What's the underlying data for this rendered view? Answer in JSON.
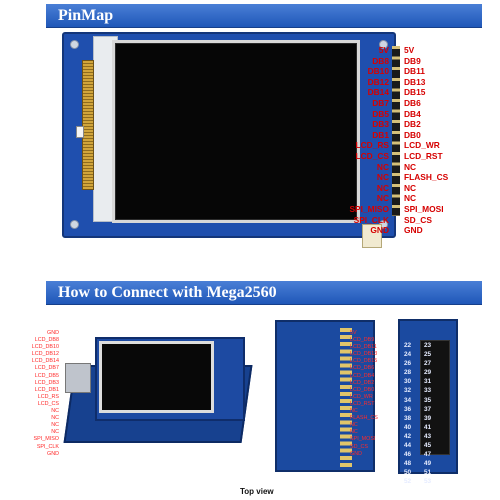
{
  "banners": {
    "pinmap": "PinMap",
    "connect": "How to Connect with Mega2560"
  },
  "top_module": {
    "left_pins": [
      "5V",
      "DB8",
      "DB10",
      "DB12",
      "DB14",
      "DB7",
      "DB5",
      "DB3",
      "DB1",
      "LCD_RS",
      "LCD_CS",
      "NC",
      "NC",
      "NC",
      "NC",
      "SPI_MISO",
      "SPI_CLK",
      "GND"
    ],
    "right_pins": [
      "5V",
      "DB9",
      "DB11",
      "DB13",
      "DB15",
      "DB6",
      "DB4",
      "DB2",
      "DB0",
      "LCD_WR",
      "LCD_RST",
      "NC",
      "FLASH_CS",
      "NC",
      "NC",
      "SPI_MOSI",
      "SD_CS",
      "GND"
    ]
  },
  "bottom": {
    "pinmap_left": [
      "GND",
      "LCD_DB8",
      "LCD_DB10",
      "LCD_DB12",
      "LCD_DB14",
      "LCD_DB7",
      "LCD_DB5",
      "LCD_DB3",
      "LCD_DB1",
      "LCD_RS",
      "LCD_CS",
      "NC",
      "NC",
      "NC",
      "NC",
      "SPI_MISO",
      "SPI_CLK",
      "GND"
    ],
    "pinmap_right": [
      "5V",
      "LCD_DB9",
      "LCD_DB11",
      "LCD_DB13",
      "LCD_DB15",
      "LCD_DB6",
      "LCD_DB4",
      "LCD_DB2",
      "LCD_DB0",
      "LCD_WR",
      "LCD_RST",
      "NC",
      "FLASH_CS",
      "NC",
      "NC",
      "SPI_MOSI",
      "SD_CS",
      "GND"
    ],
    "top_view_label": "Top view",
    "mega_rows": [
      [
        "22",
        "23"
      ],
      [
        "24",
        "25"
      ],
      [
        "26",
        "27"
      ],
      [
        "28",
        "29"
      ],
      [
        "30",
        "31"
      ],
      [
        "32",
        "33"
      ],
      [
        "34",
        "35"
      ],
      [
        "36",
        "37"
      ],
      [
        "38",
        "39"
      ],
      [
        "40",
        "41"
      ],
      [
        "42",
        "43"
      ],
      [
        "44",
        "45"
      ],
      [
        "46",
        "47"
      ],
      [
        "48",
        "49"
      ],
      [
        "50",
        "51"
      ],
      [
        "52",
        "53"
      ]
    ]
  }
}
